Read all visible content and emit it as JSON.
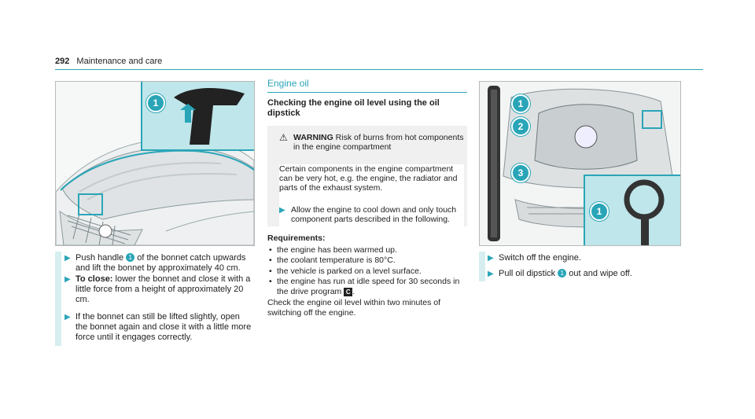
{
  "header": {
    "page_number": "292",
    "section": "Maintenance and care"
  },
  "left": {
    "callout_1": "1",
    "step1": {
      "a": "Push handle ",
      "b": " of the bonnet catch upwards and lift the bonnet by approximately 40 cm."
    },
    "step2": {
      "bold": "To close:",
      "text": " lower the bonnet and close it with a little force from a height of approximately 20 cm."
    },
    "step3": "If the bonnet can still be lifted slightly, open the bonnet again and close it with a little more force until it engages correctly."
  },
  "middle": {
    "section_title": "Engine oil",
    "subtitle": "Checking the engine oil level using the oil dipstick",
    "warning": {
      "label": "WARNING",
      "head": "Risk of burns from hot components in the engine compartment",
      "body": "Certain components in the engine compartment can be very hot, e.g. the engine, the radiator and parts of the exhaust system.",
      "step": "Allow the engine to cool down and only touch component parts described in the following."
    },
    "requirements_label": "Requirements:",
    "requirements": [
      "the engine has been warmed up.",
      "the coolant temperature is 80°C.",
      "the vehicle is parked on a level surface.",
      "the engine has run at idle speed for 30 seconds in the drive program"
    ],
    "program_icon": "C",
    "check_text": "Check the engine oil level within two minutes of switching off the engine."
  },
  "right": {
    "callouts": [
      "1",
      "2",
      "3",
      "1"
    ],
    "step1": "Switch off the engine.",
    "step2": {
      "a": "Pull oil dipstick ",
      "b": " out and wipe off."
    }
  },
  "colors": {
    "accent": "#2aa5b8",
    "panel": "#d7eff2"
  }
}
